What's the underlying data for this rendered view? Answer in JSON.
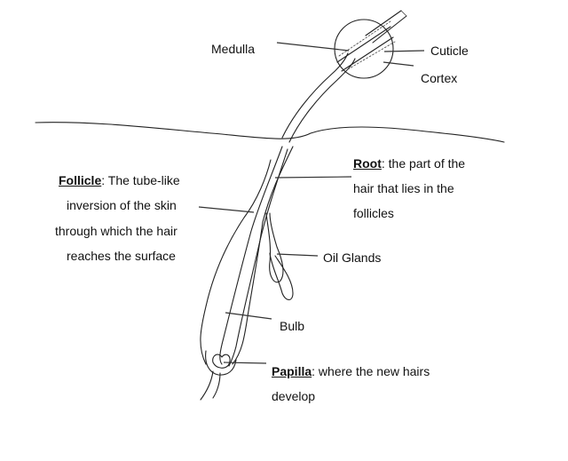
{
  "labels": {
    "medulla": "Medulla",
    "cuticle": "Cuticle",
    "cortex": "Cortex",
    "root_term": "Root",
    "root_desc_1": ": the part of the",
    "root_desc_2": "hair that lies in the",
    "root_desc_3": "follicles",
    "follicle_term": "Follicle",
    "follicle_desc_1": ":  The tube-like",
    "follicle_desc_2": "inversion of the skin",
    "follicle_desc_3": "through which the hair",
    "follicle_desc_4": "reaches the surface",
    "oil_glands": "Oil Glands",
    "bulb": "Bulb",
    "papilla_term": "Papilla",
    "papilla_desc_1": ":  where the new hairs",
    "papilla_desc_2": "develop"
  }
}
